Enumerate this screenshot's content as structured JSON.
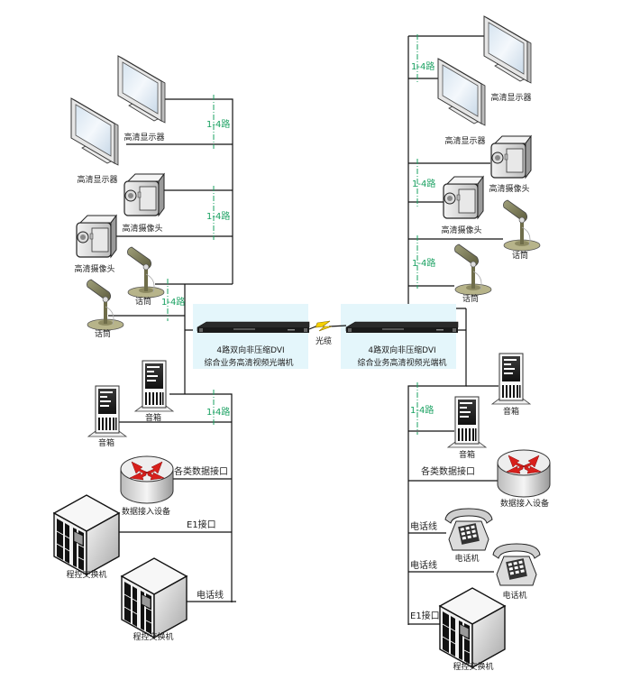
{
  "diagram": {
    "title": "4路双向非压缩DVI综合业务高清视频光端机 系统连接图",
    "colors": {
      "wire": "#111111",
      "channel_marker": "#18a060",
      "transceiver_panel": "#e4f6fb",
      "fiber_bolt": "#f5d000"
    },
    "fiber_label": "光缆",
    "left_unit": {
      "line1": "4路双向非压缩DVI",
      "line2": "综合业务高清视频光端机"
    },
    "right_unit": {
      "line1": "4路双向非压缩DVI",
      "line2": "综合业务高清视频光端机"
    },
    "left_side": {
      "channel_labels": [
        "1-4路",
        "1-4路",
        "1-4路",
        "1-4路"
      ],
      "devices": [
        {
          "icon": "monitor-icon",
          "label": "高清显示器"
        },
        {
          "icon": "monitor-icon",
          "label": "高清显示器"
        },
        {
          "icon": "camcorder-icon",
          "label": "高清摄像头"
        },
        {
          "icon": "camcorder-icon",
          "label": "高清摄像头"
        },
        {
          "icon": "microphone-icon",
          "label": "话筒"
        },
        {
          "icon": "microphone-icon",
          "label": "话筒"
        },
        {
          "icon": "speaker-tower-icon",
          "label": "音箱"
        },
        {
          "icon": "speaker-tower-icon",
          "label": "音箱"
        },
        {
          "icon": "router-icon",
          "label": "数据接入设备"
        },
        {
          "icon": "pbx-icon",
          "label": "程控交换机"
        },
        {
          "icon": "pbx-icon",
          "label": "程控交换机"
        }
      ],
      "link_labels": {
        "data": "各类数据接口",
        "e1": "E1接口",
        "phone": "电话线"
      }
    },
    "right_side": {
      "channel_labels": [
        "1-4路",
        "1-4路",
        "1-4路",
        "1-4路"
      ],
      "devices": [
        {
          "icon": "monitor-icon",
          "label": "高清显示器"
        },
        {
          "icon": "monitor-icon",
          "label": "高清显示器"
        },
        {
          "icon": "camcorder-icon",
          "label": "高清摄像头"
        },
        {
          "icon": "camcorder-icon",
          "label": "高清摄像头"
        },
        {
          "icon": "microphone-icon",
          "label": "话筒"
        },
        {
          "icon": "microphone-icon",
          "label": "话筒"
        },
        {
          "icon": "speaker-tower-icon",
          "label": "音箱"
        },
        {
          "icon": "speaker-tower-icon",
          "label": "音箱"
        },
        {
          "icon": "router-icon",
          "label": "数据接入设备"
        },
        {
          "icon": "telephone-icon",
          "label": "电话机"
        },
        {
          "icon": "telephone-icon",
          "label": "电话机"
        },
        {
          "icon": "pbx-icon",
          "label": "程控交换机"
        }
      ],
      "link_labels": {
        "data": "各类数据接口",
        "phone1": "电话线",
        "phone2": "电话线",
        "e1": "E1接口"
      }
    }
  }
}
